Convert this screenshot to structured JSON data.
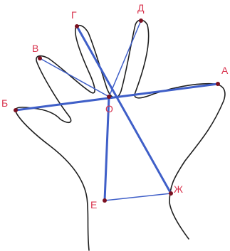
{
  "colors": {
    "outline": "#1f1f1f",
    "segment": "#3f5fc8",
    "point": "#7a1020",
    "label": "#d8344e"
  },
  "points": [
    {
      "id": "A",
      "label": "А"
    },
    {
      "id": "B",
      "label": "Б"
    },
    {
      "id": "V",
      "label": "В"
    },
    {
      "id": "G",
      "label": "Г"
    },
    {
      "id": "D",
      "label": "Д"
    },
    {
      "id": "O",
      "label": "О"
    },
    {
      "id": "E",
      "label": "Е"
    },
    {
      "id": "Zh",
      "label": "Ж"
    }
  ],
  "segments": [
    {
      "from": "B",
      "to": "A",
      "weight": "bold"
    },
    {
      "from": "G",
      "to": "Zh",
      "weight": "bold"
    },
    {
      "from": "O",
      "to": "E",
      "weight": "bold"
    },
    {
      "from": "V",
      "to": "O",
      "weight": "thin"
    },
    {
      "from": "D",
      "to": "O",
      "weight": "thin"
    },
    {
      "from": "E",
      "to": "Zh",
      "weight": "thin"
    }
  ]
}
